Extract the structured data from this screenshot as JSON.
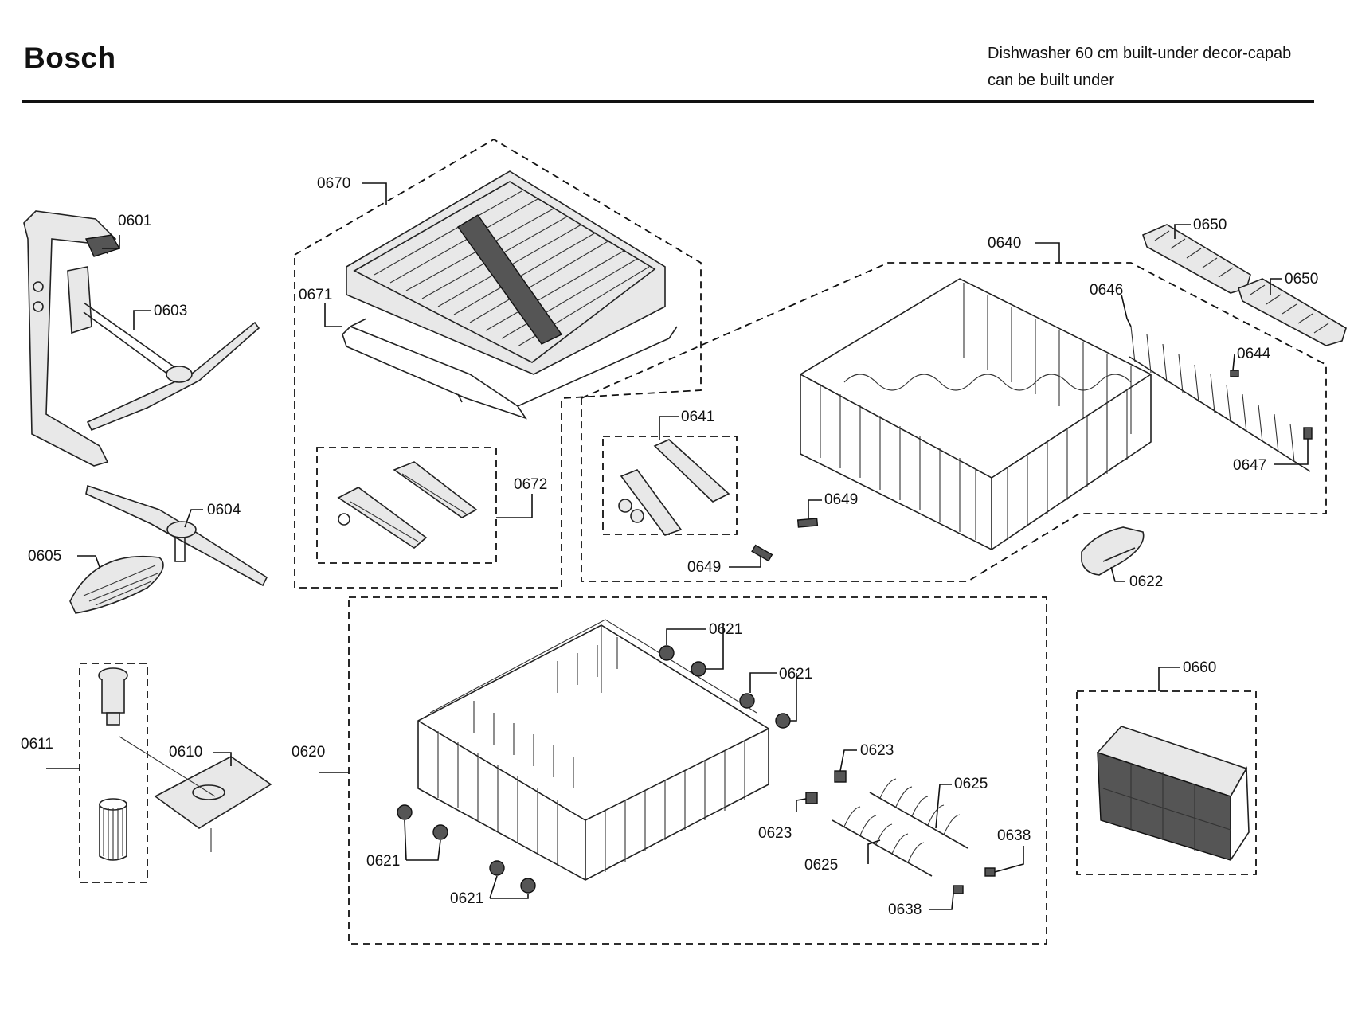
{
  "header": {
    "brand": "Bosch",
    "subtitle_line1": "Dishwasher 60 cm built-under decor-capab",
    "subtitle_line2": "can be built under"
  },
  "callouts": {
    "c0601": "0601",
    "c0603": "0603",
    "c0604": "0604",
    "c0605": "0605",
    "c0610": "0610",
    "c0611": "0611",
    "c0620": "0620",
    "c0621a": "0621",
    "c0621b": "0621",
    "c0621c": "0621",
    "c0621d": "0621",
    "c0622": "0622",
    "c0623a": "0623",
    "c0623b": "0623",
    "c0625a": "0625",
    "c0625b": "0625",
    "c0638a": "0638",
    "c0638b": "0638",
    "c0640": "0640",
    "c0641": "0641",
    "c0644": "0644",
    "c0646": "0646",
    "c0647": "0647",
    "c0649a": "0649",
    "c0649b": "0649",
    "c0650a": "0650",
    "c0650b": "0650",
    "c0660": "0660",
    "c0670": "0670",
    "c0671": "0671",
    "c0672": "0672"
  }
}
